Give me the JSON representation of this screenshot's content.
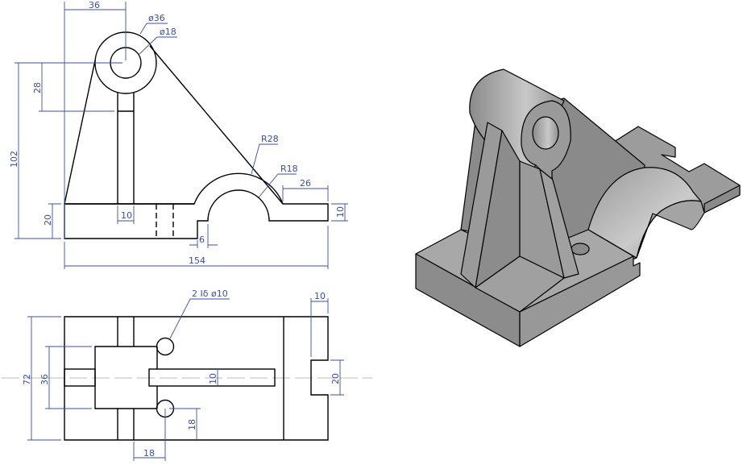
{
  "front_view": {
    "dims": {
      "center_offset": "36",
      "outer_dia": "ø36",
      "hole_dia": "ø18",
      "web_height": "28",
      "total_height": "102",
      "base_height": "20",
      "web_width": "10",
      "outer_radius": "R28",
      "inner_radius": "R18",
      "ledge_length": "26",
      "ledge_thickness": "10",
      "step_width": "6",
      "total_length": "154"
    }
  },
  "top_view": {
    "dims": {
      "holes": "2 Iδ ø10",
      "notch_depth": "10",
      "total_width": "72",
      "block_width": "36",
      "slot_width": "10",
      "notch_width": "20",
      "hole_offset_y": "18",
      "hole_offset_x": "18"
    }
  },
  "colors": {
    "dimension": "#3a4fa8",
    "face_light": "#a8a8a8",
    "face_dark": "#8a8a8a"
  }
}
